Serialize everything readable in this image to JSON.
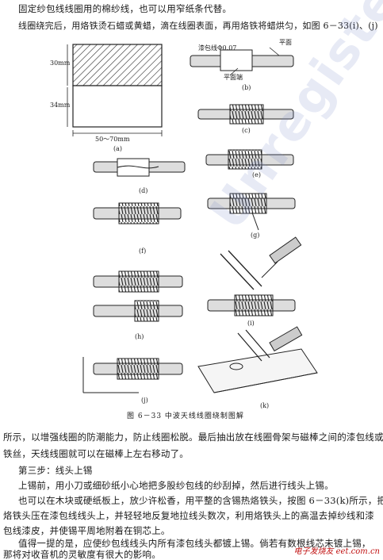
{
  "text": {
    "line1": "固定纱包线线圈用的棉纱线，也可以用窄纸条代替。",
    "line2": "线圈绕完后，用烙铁烫石蜡或黄蜡，滴在线圈表面，再用烙铁将蜡烘匀，如图 6－33(i)、(j)",
    "para2_line1": "所示，以增强线圈的防潮能力，防止线圈松脱。最后抽出放在线圈骨架与磁棒之间的漆包线或",
    "para2_line2": "铁丝，天线线圈就可以在磁棒上左右移动了。",
    "step3": "第三步：线头上锡",
    "para3": "上锡前，用小刀或细砂纸小心地把多股纱包线的纱刮掉，然后进行线头上锡。",
    "para4_line1": "也可以在木块或硬纸板上，放少许松香，用平整的含锡热烙铁头，按图 6－33(k)所示，把",
    "para4_line2": "烙铁头压在漆包线线头上，并轻轻地反复地拉线头数次，利用烙铁头上的高温去掉纱线和漆",
    "para4_line3": "包线漆皮，并使锡平周地附着在铜芯上。",
    "para5_line1": "值得一提的是，应使纱包线线头内所有漆包线头都镀上锡。倘若有数根线芯未镀上锡，",
    "para5_line2": "那将对收音机的灵敏度有很大的影响。"
  },
  "figure": {
    "caption": "图 6－33   中波天线线圈绕制图解",
    "dim_30": "30mm",
    "dim_34": "34mm",
    "dim_width": "50～70mm",
    "label_wire": "漆包线Φ0.07",
    "label_flat": "平面",
    "label_flat2": "平面端",
    "sub": [
      "(a)",
      "(b)",
      "(c)",
      "(d)",
      "(e)",
      "(f)",
      "(g)",
      "(h)",
      "(i)",
      "(j)",
      "(k)"
    ]
  },
  "watermark": "Unregistered",
  "site_mark": "电子发烧友 eet.com.cn"
}
